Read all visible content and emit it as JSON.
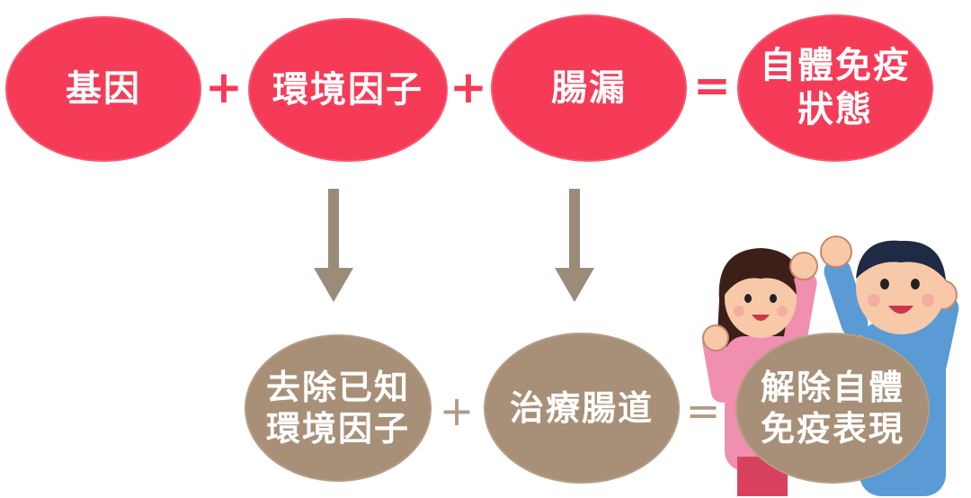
{
  "top_row": {
    "genes": "基因",
    "environment": "環境因子",
    "leaky_gut": "腸漏",
    "result_lines": [
      "自體免疫",
      "狀態"
    ],
    "op_plus": "+",
    "op_equals": "="
  },
  "bottom_row": {
    "remove_lines": [
      "去除已知",
      "環境因子"
    ],
    "treat": "治療腸道",
    "result_lines": [
      "解除自體",
      "免疫表現"
    ],
    "op_plus": "+",
    "op_equals": "="
  },
  "colors": {
    "red": "#f53b57",
    "tan": "#a89078",
    "arrow": "#9c8b78"
  },
  "illustration": "cheering-couple"
}
